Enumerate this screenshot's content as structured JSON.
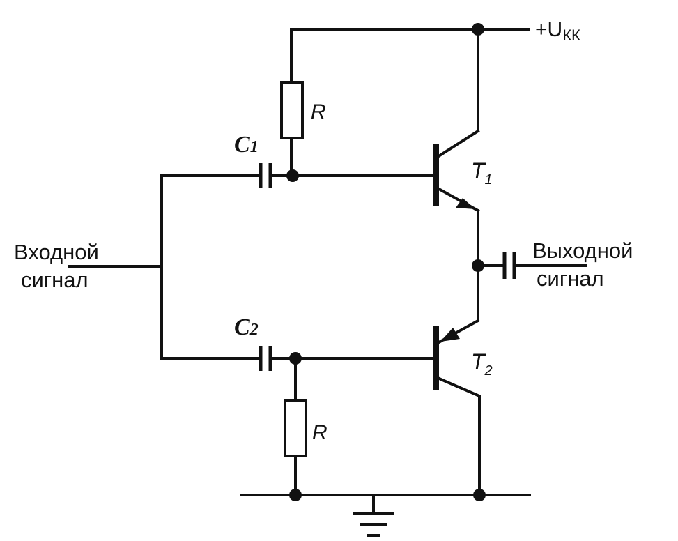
{
  "labels": {
    "supply_prefix": "+U",
    "supply_sub": "КК",
    "r_top": "R",
    "r_bottom": "R",
    "c1_main": "C",
    "c1_sub": "1",
    "c2_main": "C",
    "c2_sub": "2",
    "t1_main": "T",
    "t1_sub": "1",
    "t2_main": "T",
    "t2_sub": "2",
    "input_line1": "Входной",
    "input_line2": "сигнал",
    "output_line1": "Выходной",
    "output_line2": "сигнал"
  },
  "colors": {
    "ink": "#111111",
    "background": "#ffffff"
  }
}
